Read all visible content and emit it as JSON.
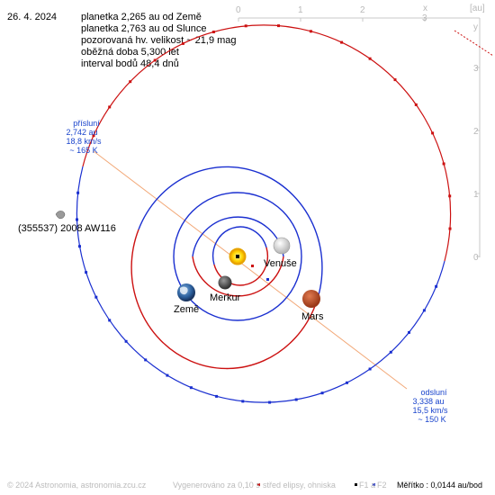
{
  "date": "26. 4. 2024",
  "info_lines": [
    "planetka 2,265 au od Země",
    "planetka 2,763 au od Slunce",
    "pozorovaná hv. velikost ~ 21,9 mag",
    "oběžná doba 5,300 let",
    "interval bodů 48,4 dnů"
  ],
  "axis_unit": "[au]",
  "axis_x_label": "x",
  "axis_y_label": "y",
  "top_ticks": [
    "0",
    "1",
    "2",
    "3"
  ],
  "right_ticks": [
    "3",
    "2",
    "1",
    "0"
  ],
  "perihelion": {
    "title": "přísluní",
    "distance": "2,742 au",
    "speed": "18,8 km/s",
    "temp": "~ 165 K"
  },
  "aphelion": {
    "title": "odsluní",
    "distance": "3,338 au",
    "speed": "15,5 km/s",
    "temp": "~ 150 K"
  },
  "asteroid_name": "(355537) 2008 AW116",
  "planets": {
    "venus": "Venuše",
    "mercury": "Merkur",
    "earth": "Země",
    "mars": "Mars"
  },
  "footer": {
    "copyright": "© 2024 Astronomia, astronomia.zcu.cz",
    "generated": "Vygenerováno za 0,10 s",
    "legend_center": "střed elipsy, ohniska",
    "legend_f1": "F1 a",
    "legend_f2": "F2",
    "scale": "Měřítko : 0,0144 au/bod"
  },
  "colors": {
    "orbit_blue": "#1a2fd0",
    "orbit_red": "#cc1111",
    "label_blue": "#1a44cc",
    "apsis_line": "#f2a878"
  }
}
